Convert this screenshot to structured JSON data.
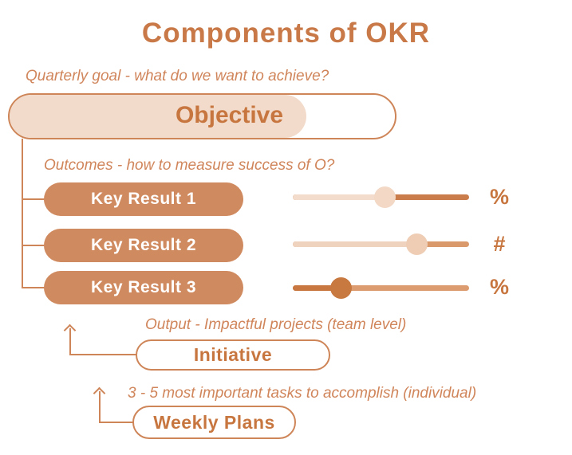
{
  "title": "Components of OKR",
  "colors": {
    "accent_text": "#C8763F",
    "title_text": "#C87947",
    "annotation_text": "#D0855A",
    "outline_border": "#CE8558",
    "key_result_pill_fill": "#D08A5F",
    "objective_fill": "#F2DBCA"
  },
  "objective": {
    "annotation": "Quarterly goal - what do we want to achieve?",
    "label": "Objective",
    "fill_percent": 77
  },
  "key_results": {
    "annotation": "Outcomes - how to measure success of O?",
    "items": [
      {
        "label": "Key Result 1",
        "unit": "%",
        "slider_percent": 52,
        "track_left_color": "#F3DCCB",
        "track_right_color": "#CB7C4B",
        "knob_color": "#F2D8C5"
      },
      {
        "label": "Key Result 2",
        "unit": "#",
        "slider_percent": 70,
        "track_left_color": "#EFD3BF",
        "track_right_color": "#D9996B",
        "knob_color": "#EECDB4"
      },
      {
        "label": "Key Result 3",
        "unit": "%",
        "slider_percent": 27,
        "track_left_color": "#C87740",
        "track_right_color": "#DC9C70",
        "knob_color": "#C87940"
      }
    ]
  },
  "initiative": {
    "annotation": "Output - Impactful projects (team level)",
    "label": "Initiative"
  },
  "weekly_plans": {
    "annotation": "3 - 5 most important tasks to accomplish (individual)",
    "label": "Weekly Plans"
  }
}
